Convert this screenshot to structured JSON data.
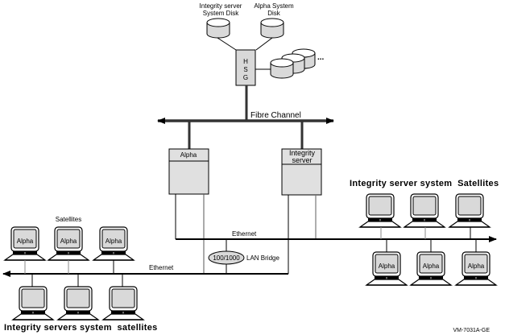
{
  "diagram": {
    "storage": {
      "disk_integrity_label_line1": "Integrity server",
      "disk_integrity_label_line2": "System Disk",
      "disk_alpha_label_line1": "Alpha System",
      "disk_alpha_label_line2": "Disk",
      "controller_letters": [
        "H",
        "S",
        "G"
      ],
      "ellipsis": "..."
    },
    "fibre_channel_label": "Fibre Channel",
    "servers": {
      "alpha_label": "Alpha",
      "integrity_label_line1": "Integrity",
      "integrity_label_line2": "server"
    },
    "ethernet_upper_label": "Ethernet",
    "ethernet_lower_label": "Ethernet",
    "bridge": {
      "speed_label": "100/1000",
      "name_label": "LAN Bridge"
    },
    "left_group": {
      "top_label": "Satellites",
      "top_workstations": [
        "Alpha",
        "Alpha",
        "Alpha"
      ],
      "bottom_workstations": [
        "",
        "",
        ""
      ],
      "bottom_caption": "Integrity servers system  satellites"
    },
    "right_group": {
      "top_caption": "Integrity server system  Satellites",
      "top_workstations": [
        "",
        "",
        ""
      ],
      "bottom_workstations": [
        "Alpha",
        "Alpha",
        "Alpha"
      ]
    },
    "figure_id": "VM-7031A-GE",
    "colors": {
      "line": "#000000",
      "fill_gray": "#d9d9d9",
      "light_line": "#808080"
    }
  }
}
